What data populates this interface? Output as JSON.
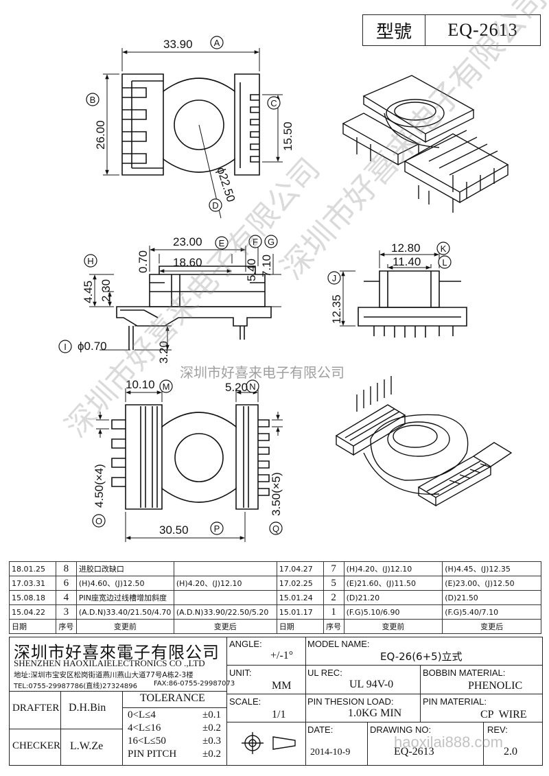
{
  "title": {
    "label": "型號",
    "model": "EQ-2613"
  },
  "dims": {
    "A": "33.90",
    "B": "26.00",
    "C": "15.50",
    "D": "ϕ22.50",
    "E": "23.00",
    "F_G_1": "0.70",
    "F_G_2": "5.40",
    "F_G_3": "7.10",
    "inner_width": "18.60",
    "H": "4.45",
    "H2": "2.30",
    "I": "ϕ0.70",
    "pin_len": "3.20",
    "K": "12.80",
    "L": "11.40",
    "J": "12.35",
    "M": "10.10",
    "N": "5.20",
    "O": "4.50(×4)",
    "Q": "3.50(×5)",
    "P": "30.50"
  },
  "markers": [
    "A",
    "B",
    "C",
    "D",
    "E",
    "F",
    "G",
    "H",
    "I",
    "J",
    "K",
    "L",
    "M",
    "N",
    "O",
    "P",
    "Q"
  ],
  "watermark": {
    "line1": "深圳市好喜来电子有限公司",
    "line2": "深圳市好喜来电子有限公司",
    "center": "深圳市好喜来电子有限公司",
    "url": "haoxilai888.com"
  },
  "revisions": [
    {
      "date": "18.01.25",
      "no": "8",
      "before": "进胶口改缺口",
      "after": "",
      "date2": "17.04.27",
      "no2": "7",
      "before2": "(H)4.20、(J)12.10",
      "after2": "(H)4.45、(J)12.35"
    },
    {
      "date": "17.03.31",
      "no": "6",
      "before": "(H)4.60、(J)12.50",
      "after": "(H)4.20、(J)12.10",
      "date2": "17.02.25",
      "no2": "5",
      "before2": "(E)21.60、(J)11.50",
      "after2": "(E)23.00、(J)12.50"
    },
    {
      "date": "15.08.18",
      "no": "4",
      "before": "PIN座宽边过线槽增加斜度",
      "after": "",
      "date2": "15.01.24",
      "no2": "2",
      "before2": "(D)21.20",
      "after2": "(D)21.50"
    },
    {
      "date": "15.04.22",
      "no": "3",
      "before": "(A.D.N)33.40/21.50/4.70",
      "after": "(A.D.N)33.90/22.50/5.20",
      "date2": "15.01.17",
      "no2": "1",
      "before2": "(F.G)5.10/6.90",
      "after2": "(F.G)5.40/7.10"
    }
  ],
  "rev_headers": {
    "date": "日期",
    "no": "序号",
    "before": "变更前",
    "after": "变更后"
  },
  "company": {
    "name_cn": "深圳市好喜來電子有限公司",
    "name_en": "SHENZHEN HAOXILAIELECTRONICS CO .,LTD",
    "address": "地址:深圳市宝安区松岗街道燕川燕山大道77号A栋2-3楼",
    "tel": "TEL:0755-29987786(直线)27324896",
    "fax": "FAX:86-0755-29987073"
  },
  "fields": {
    "angle_label": "ANGLE:",
    "angle_value": "+/-1°",
    "model_label": "MODEL NAME:",
    "model_value": "EQ-26(6+5)立式",
    "unit_label": "UNIT:",
    "unit_value": "MM",
    "ul_label": "UL REC:",
    "ul_value": "UL 94V-0",
    "bobbin_label": "BOBBIN MATERIAL:",
    "bobbin_value": "PHENOLIC",
    "scale_label": "SCALE:",
    "scale_value": "1/1",
    "pin_load_label": "PIN THESION LOAD:",
    "pin_load_value": "1.0KG MIN",
    "pin_mat_label": "PIN MATERIAL:",
    "pin_mat_value": "CP  WIRE",
    "date_label": "DATE:",
    "date_value": "2014-10-9",
    "drawing_label": "DRAWING NO:",
    "drawing_value": "EQ-2613",
    "rev_label": "REV:",
    "rev_value": "2.0",
    "drafter_label": "DRAFTER",
    "drafter_value": "D.H.Bin",
    "checker_label": "CHECKER",
    "checker_value": "L.W.Ze",
    "tolerance_label": "TOLERANCE",
    "tol_rows": [
      {
        "range": "0<L≤4",
        "tol": "±0.1"
      },
      {
        "range": "4<L≤16",
        "tol": "±0.2"
      },
      {
        "range": "16<L≤50",
        "tol": "±0.3"
      },
      {
        "range": "PIN PITCH",
        "tol": "±0.2"
      }
    ]
  }
}
